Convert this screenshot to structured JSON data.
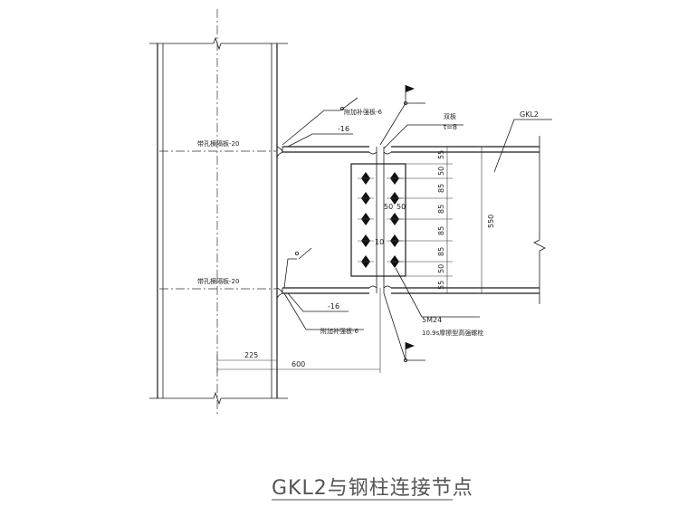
{
  "title": "GKL2与钢柱连接节点",
  "notes": {
    "stiffener_top": "附加补强板-6",
    "stiffener_bottom": "附加补强板-6",
    "flange_top": "-16",
    "flange_bottom": "-16",
    "diaphragm_top": "带孔横隔板-20",
    "diaphragm_bottom": "带孔横隔板-20",
    "double_plate": "双板",
    "plate_thickness": "t=8",
    "beam_label": "GKL2",
    "bolt_spec": "5M24",
    "bolt_grade": "10.9s摩擦型高强螺栓"
  },
  "dimensions": {
    "edge_top": "55",
    "edge_bottom": "55",
    "pitch_first": "50",
    "pitch_1": "85",
    "pitch_2": "85",
    "pitch_3": "85",
    "pitch_4": "85",
    "pitch_last": "50",
    "beam_depth": "550",
    "gauge_left": "50",
    "gauge_right": "50",
    "gap": "10",
    "col_offset": "225",
    "total_length": "600"
  },
  "icons": [
    "weld-flag-icon",
    "weld-flag-icon",
    "bolt-diamond-icon"
  ]
}
